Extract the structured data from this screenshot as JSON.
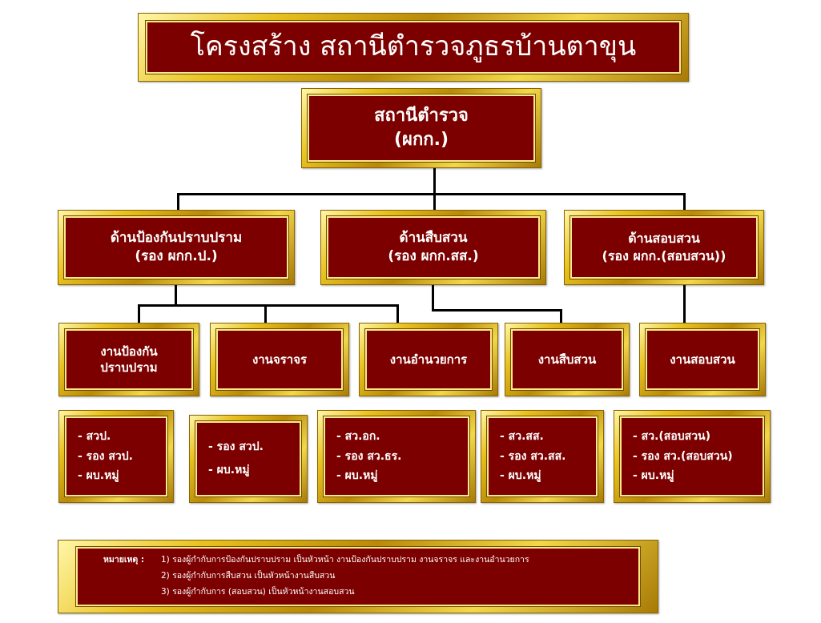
{
  "title": "โครงสร้าง  สถานีตำรวจภูธรบ้านตาขุน",
  "top": {
    "line1": "สถานีตำรวจ",
    "line2": "(ผกก.)"
  },
  "divisions": [
    {
      "line1": "ด้านป้องกันปราบปราม",
      "line2": "(รอง ผกก.ป.)"
    },
    {
      "line1": "ด้านสืบสวน",
      "line2": "(รอง ผกก.สส.)"
    },
    {
      "line1": "ด้านสอบสวน",
      "line2": "(รอง ผกก.(สอบสวน))"
    }
  ],
  "units": [
    {
      "line1": "งานป้องกัน",
      "line2": "ปราบปราม"
    },
    {
      "line1": "งานจราจร"
    },
    {
      "line1": "งานอำนวยการ"
    },
    {
      "line1": "งานสืบสวน"
    },
    {
      "line1": "งานสอบสวน"
    }
  ],
  "staff": [
    [
      "- สวป.",
      "- รอง สวป.",
      "- ผบ.หมู่"
    ],
    [
      "- รอง สวป.",
      "- ผบ.หมู่"
    ],
    [
      "- สว.อก.",
      "- รอง สว.ธร.",
      "- ผบ.หมู่"
    ],
    [
      "- สว.สส.",
      "- รอง สว.สส.",
      "- ผบ.หมู่"
    ],
    [
      "- สว.(สอบสวน)",
      "- รอง สว.(สอบสวน)",
      "- ผบ.หมู่"
    ]
  ],
  "note": {
    "label": "หมายเหตุ :",
    "items": [
      "1) รองผู้กำกับการป้องกันปราบปราม เป็นหัวหน้า งานป้องกันปราบปราม งานจราจร และงานอำนวยการ",
      "2) รองผู้กำกับการสืบสวน เป็นหัวหน้างานสืบสวน",
      "3) รองผู้กำกับการ (สอบสวน) เป็นหัวหน้างานสอบสวน"
    ]
  },
  "colors": {
    "panel": "#7c0000",
    "gold": "#e8c21e",
    "line": "#000000"
  }
}
